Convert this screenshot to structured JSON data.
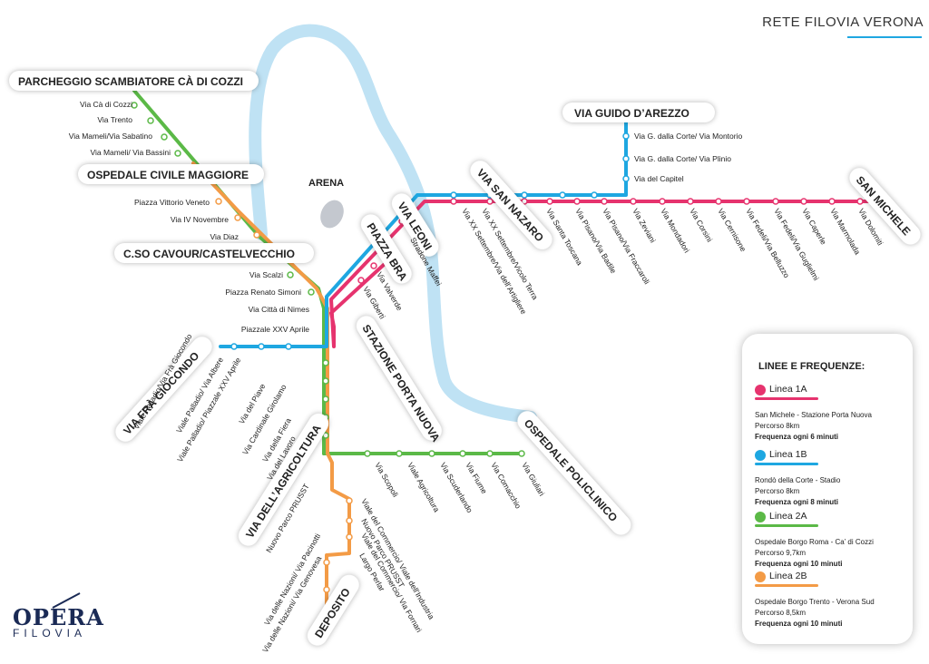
{
  "title": "RETE FILOVIA VERONA",
  "colors": {
    "line_1a": "#e6336e",
    "line_1b": "#1ea7e1",
    "line_2a": "#5bb947",
    "line_2b": "#f39b46",
    "river": "#bfe2f4",
    "arena": "#c4c8cf",
    "terminal_bg": "#ffffff",
    "text": "#222222"
  },
  "landmark": {
    "arena": "ARENA"
  },
  "terminals": {
    "ca_di_cozzi": "PARCHEGGIO SCAMBIATORE CÀ DI COZZI",
    "ospedale_civile": "OSPEDALE CIVILE MAGGIORE",
    "castelvecchio": "C.SO CAVOUR/CASTELVECCHIO",
    "guido_arezzo": "VIA GUIDO D’AREZZO",
    "san_michele": "SAN MICHELE",
    "via_san_nazaro": "VIA SAN NAZARO",
    "via_leoni": "VIA LEONI",
    "piazza_bra": "PIAZZA BRA",
    "stazione": "STAZIONE PORTA NUOVA",
    "fra_giocondo": "VIA FRÀ GIOCONDO",
    "agricoltura": "VIA DELL’AGRICOLTURA",
    "policlinico": "OSPEDALE POLICLINICO",
    "deposito": "DEPOSITO"
  },
  "stops": {
    "west": [
      "Via Cà di Cozzi",
      "Via Trento",
      "Via Mameli/Via Sabatino",
      "Via Mameli/ Via Bassini",
      "Piazza Vittorio Veneto",
      "Via IV Novembre",
      "Via Diaz",
      "Via Scalzi",
      "Piazza Renato Simoni",
      "Via Città di Nimes",
      "Piazzale XXV Aprile"
    ],
    "arezzo": [
      "Via G. dalla Corte/ Via Montorio",
      "Via G. dalla Corte/ Via Plinio",
      "Via del Capitel"
    ],
    "east": [
      "Stradone Maffei",
      "Via XX Settembre/Vicolo Terra",
      "Via XX Settembre/Via dell’Artigliere",
      "Via Santa Toscana",
      "Via Pisano/Via Badile",
      "Via Pisano/Via Fraccaroli",
      "Via Zeviani",
      "Via Mondadori",
      "Via Corsini",
      "Via Cernisone",
      "Via Fedeli/Via Belluzzo",
      "Via Fedeli/Via Guglielmi",
      "Via Caperle",
      "Via Marmolada",
      "Via Dolomiti"
    ],
    "bra": [
      "Via Valverde",
      "Via Giberti"
    ],
    "fra": [
      "Viale Palladio/Via Frà Giocondo",
      "Viale Palladio/ Via Albere",
      "Viale Palladio/ Piazzale XXV Aprile"
    ],
    "south": [
      "Via del Piave",
      "Via Cardinale Girolamo",
      "Via della Fiera",
      "Via del Lavoro"
    ],
    "poli": [
      "Via Scopoli",
      "Viale Agricoltura",
      "Via Scuderlando",
      "Via Fiume",
      "Via Comacchio",
      "Via Giuliari"
    ],
    "dep_right": [
      "Viale del Commercio/ Viale dell’Industria",
      "Nuovo Parco PRUSST",
      "Viale del Commercio/ Via Fornari",
      "Largo Perlar"
    ],
    "dep_left": [
      "Nuovo Parco PRUSST",
      "Via delle Nazioni/ Via Pacinotti",
      "Via delle Nazioni/ Via Genovesa"
    ]
  },
  "legend": {
    "title": "LINEE E FREQUENZE:",
    "lines": [
      {
        "name": "Linea 1A",
        "route": "San Michele - Stazione Porta Nuova",
        "length": "Percorso 8km",
        "frequency": "Frequenza ogni 6 minuti"
      },
      {
        "name": "Linea 1B",
        "route": "Rondò della Corte - Stadio",
        "length": "Percorso 8km",
        "frequency": "Frequenza ogni 8 minuti"
      },
      {
        "name": "Linea 2A",
        "route": "Ospedale Borgo Roma - Ca’ di Cozzi",
        "length": "Percorso 9,7km",
        "frequency": "Frequenza ogni 10 minuti"
      },
      {
        "name": "Linea 2B",
        "route": "Ospedale Borgo Trento - Verona Sud",
        "length": "Percorso 8,5km",
        "frequency": "Frequenza ogni 10 minuti"
      }
    ]
  },
  "logo": {
    "main": "OPERA",
    "sub": "FILOVIA"
  }
}
